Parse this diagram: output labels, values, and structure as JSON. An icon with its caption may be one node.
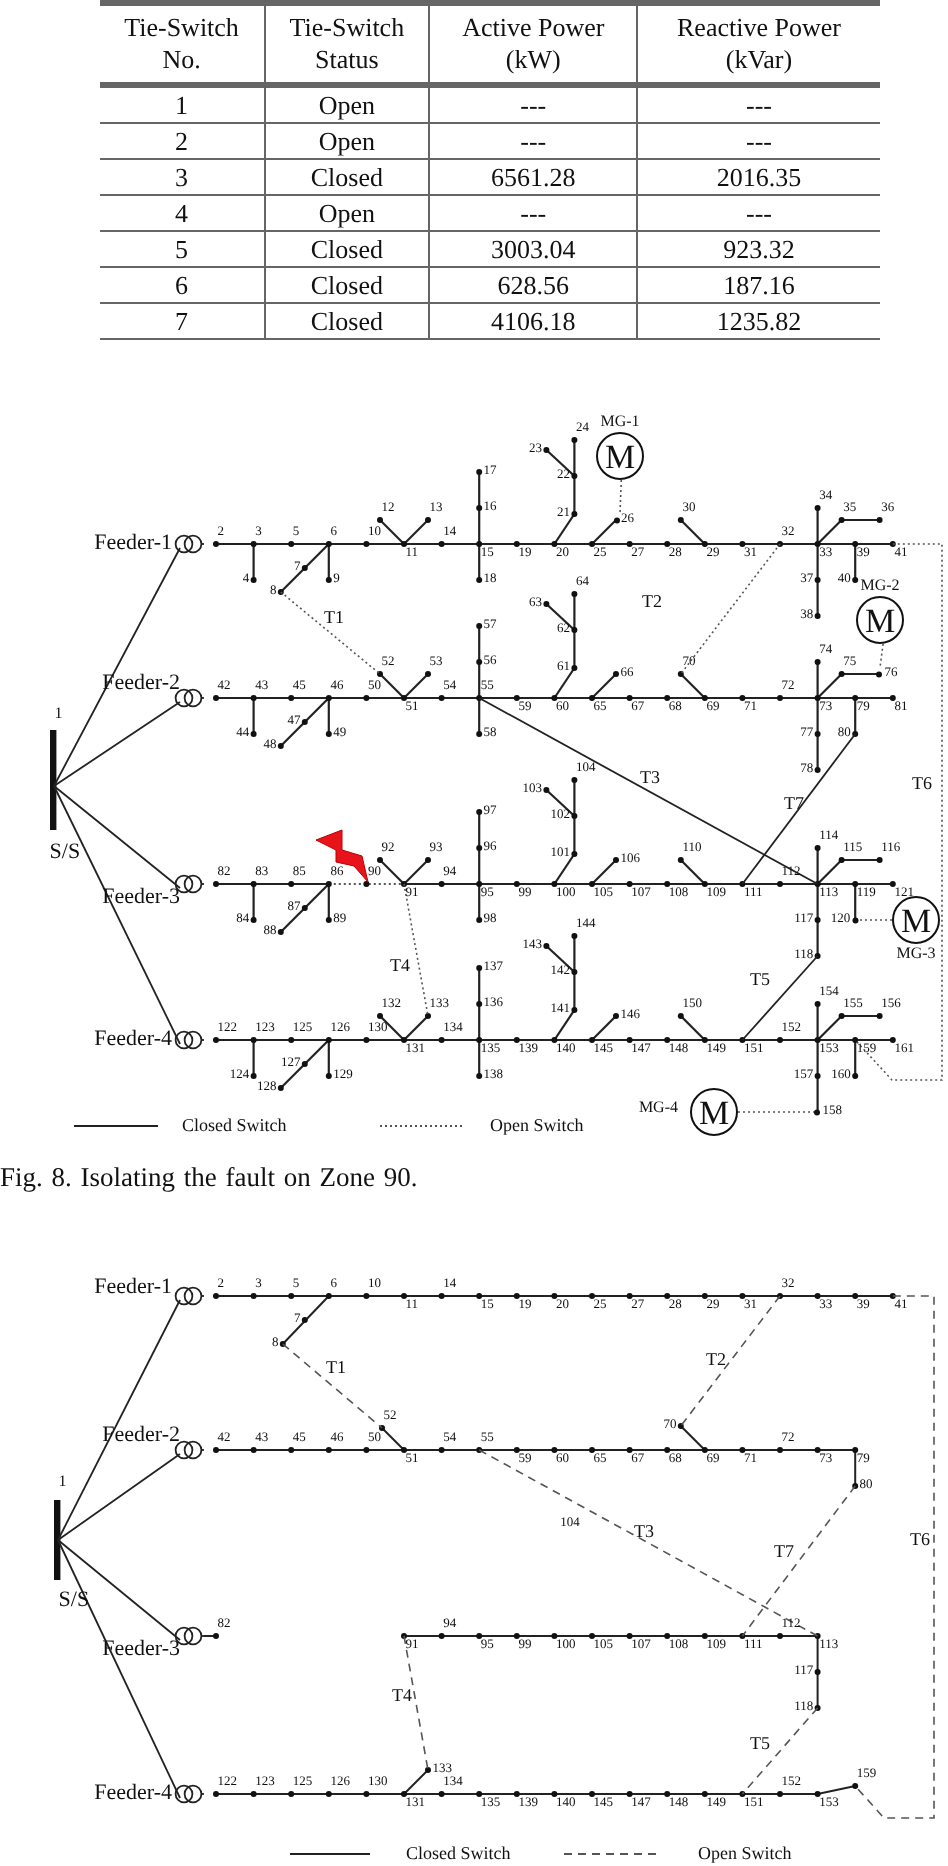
{
  "diagram": {
    "caption": "Fig. 8. Isolating the fault on Zone 90.",
    "nodes": [
      {
        "text": [
          "M"
        ],
        "beside": [
          "MG-1"
        ]
      },
      {
        "text": [
          "M"
        ],
        "beside": [
          "MG-2"
        ]
      },
      {
        "text": [
          "M"
        ],
        "beside": [
          "MG-3"
        ]
      },
      {
        "text": [
          "M"
        ],
        "beside": [
          "MG-4"
        ]
      },
      {
        "text": [
          "26"
        ]
      },
      {
        "text": [
          "76"
        ]
      },
      {
        "text": [
          "120"
        ]
      },
      {
        "text": [
          "158"
        ]
      }
    ],
    "edges": [
      {
        "from": 0,
        "to": 4,
        "arrow": "none",
        "style": "dashed"
      },
      {
        "from": 1,
        "to": 5,
        "arrow": "none",
        "style": "dashed"
      },
      {
        "from": 2,
        "to": 6,
        "arrow": "none",
        "style": "dashed"
      },
      {
        "from": 3,
        "to": 7,
        "arrow": "none",
        "style": "dashed"
      }
    ],
    "labels": [
      "Tie-Switch No.",
      "Tie-Switch Status",
      "Active Power (kW)",
      "Reactive Power (kVar)",
      "1",
      "Open",
      "---",
      "---",
      "2",
      "Open",
      "---",
      "---",
      "3",
      "Closed",
      "6561.28",
      "2016.35",
      "4",
      "Open",
      "---",
      "---",
      "5",
      "Closed",
      "3003.04",
      "923.32",
      "6",
      "Closed",
      "628.56",
      "187.16",
      "7",
      "Closed",
      "4106.18",
      "1235.82",
      "1",
      "S/S",
      "Feeder-1",
      "Feeder-2",
      "Feeder-3",
      "Feeder-4",
      "2",
      "3",
      "4",
      "5",
      "6",
      "7",
      "8",
      "9",
      "10",
      "11",
      "12",
      "13",
      "14",
      "15",
      "16",
      "17",
      "18",
      "19",
      "20",
      "21",
      "22",
      "23",
      "24",
      "25",
      "27",
      "28",
      "29",
      "30",
      "31",
      "32",
      "33",
      "34",
      "35",
      "36",
      "37",
      "38",
      "39",
      "40",
      "41",
      "42",
      "43",
      "44",
      "45",
      "46",
      "47",
      "48",
      "49",
      "50",
      "51",
      "52",
      "53",
      "54",
      "55",
      "56",
      "57",
      "58",
      "59",
      "60",
      "61",
      "62",
      "63",
      "64",
      "65",
      "66",
      "67",
      "68",
      "69",
      "70",
      "71",
      "72",
      "73",
      "74",
      "75",
      "77",
      "78",
      "79",
      "80",
      "81",
      "82",
      "83",
      "84",
      "85",
      "86",
      "87",
      "88",
      "89",
      "90",
      "91",
      "92",
      "93",
      "94",
      "95",
      "96",
      "97",
      "98",
      "99",
      "100",
      "101",
      "102",
      "103",
      "104",
      "105",
      "106",
      "107",
      "108",
      "109",
      "110",
      "111",
      "112",
      "113",
      "114",
      "115",
      "116",
      "117",
      "118",
      "119",
      "121",
      "122",
      "123",
      "124",
      "125",
      "126",
      "127",
      "128",
      "129",
      "130",
      "131",
      "132",
      "133",
      "134",
      "135",
      "136",
      "137",
      "138",
      "139",
      "140",
      "141",
      "142",
      "143",
      "144",
      "145",
      "146",
      "147",
      "148",
      "149",
      "150",
      "151",
      "152",
      "153",
      "154",
      "155",
      "156",
      "157",
      "159",
      "160",
      "161",
      "T1",
      "T2",
      "T3",
      "T4",
      "T5",
      "T6",
      "T7",
      "1",
      "S/S",
      "Feeder-1",
      "Feeder-2",
      "Feeder-3",
      "Feeder-4",
      "2",
      "3",
      "5",
      "6",
      "10",
      "11",
      "14",
      "15",
      "19",
      "20",
      "25",
      "27",
      "28",
      "29",
      "31",
      "32",
      "33",
      "39",
      "41",
      "7",
      "8",
      "42",
      "43",
      "45",
      "46",
      "50",
      "51",
      "54",
      "55",
      "59",
      "60",
      "65",
      "67",
      "68",
      "69",
      "71",
      "72",
      "73",
      "79",
      "52",
      "70",
      "80",
      "82",
      "91",
      "94",
      "95",
      "99",
      "100",
      "105",
      "107",
      "108",
      "109",
      "111",
      "112",
      "113",
      "117",
      "118",
      "122",
      "123",
      "125",
      "126",
      "130",
      "131",
      "134",
      "135",
      "139",
      "140",
      "145",
      "147",
      "148",
      "149",
      "151",
      "152",
      "153",
      "159",
      "133",
      "T1",
      "T2",
      "T3",
      "T4",
      "T5",
      "T6",
      "T7",
      "104"
    ],
    "legend": [
      {
        "text": "Closed Switch"
      },
      {
        "text": "Open Switch"
      },
      {
        "text": "Closed Switch"
      },
      {
        "text": "Open Switch"
      }
    ]
  }
}
